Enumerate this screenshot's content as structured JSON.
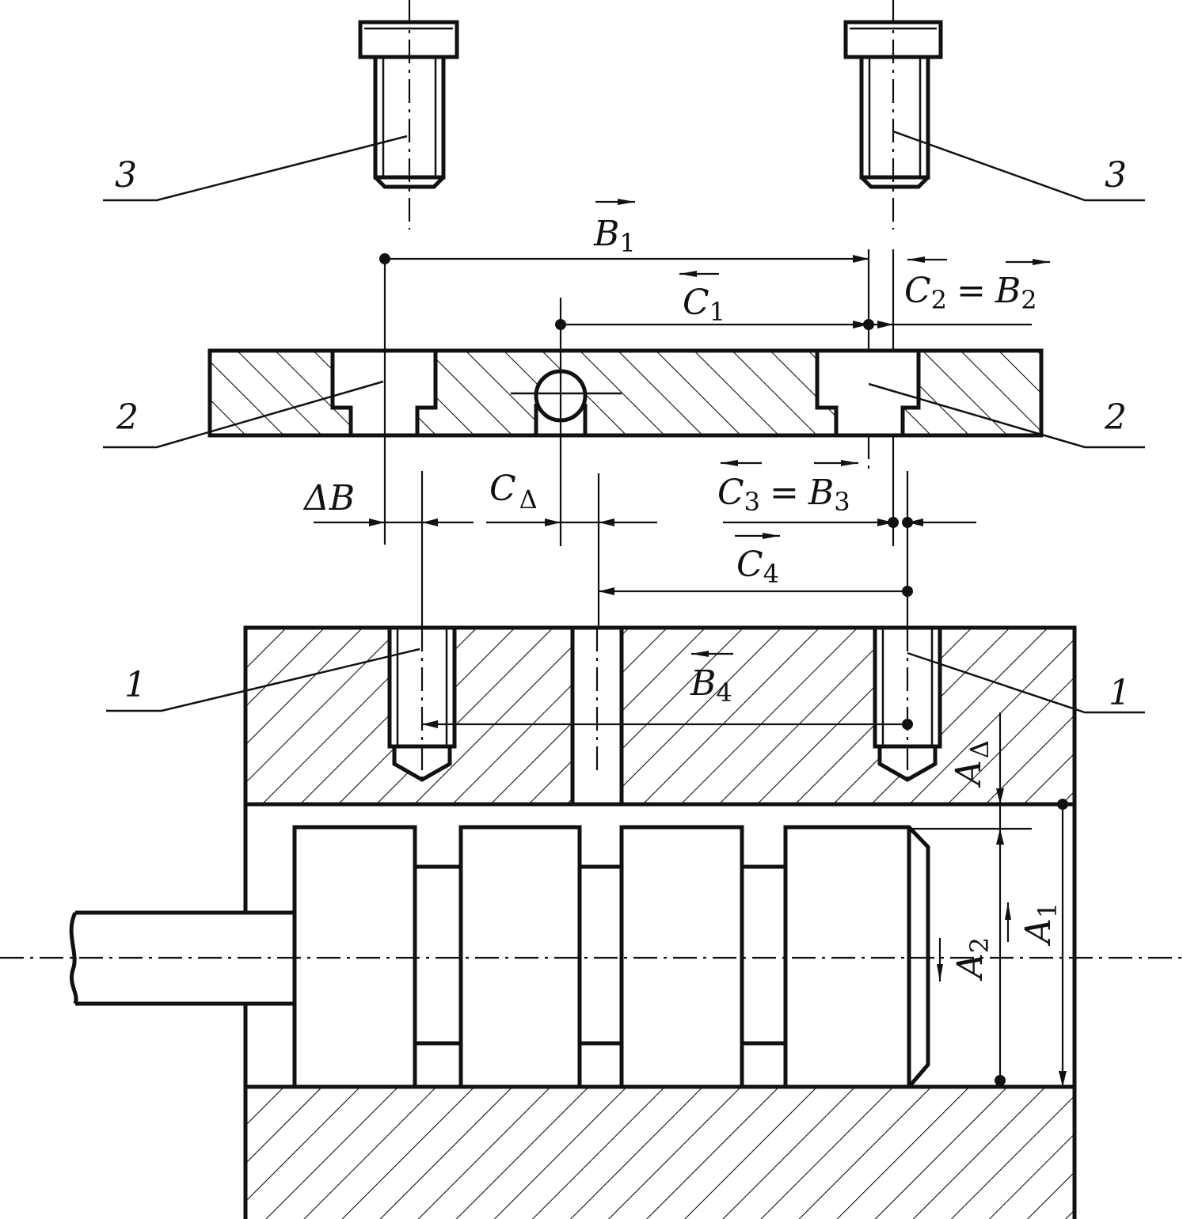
{
  "labels": {
    "part_1": "1",
    "part_2": "2",
    "part_3": "3"
  },
  "dimensions": {
    "B1": {
      "base": "B",
      "sub": "1"
    },
    "C1": {
      "base": "C",
      "sub": "1"
    },
    "C2_eq_B2": {
      "lhs_base": "C",
      "lhs_sub": "2",
      "eq": "=",
      "rhs_base": "B",
      "rhs_sub": "2"
    },
    "delta_B": "ΔB",
    "C_delta": {
      "base": "C",
      "sub": "Δ"
    },
    "C3_eq_B3": {
      "lhs_base": "C",
      "lhs_sub": "3",
      "eq": "=",
      "rhs_base": "B",
      "rhs_sub": "3"
    },
    "C4": {
      "base": "C",
      "sub": "4"
    },
    "B4": {
      "base": "B",
      "sub": "4"
    },
    "A_delta": {
      "base": "A",
      "sub": "Δ"
    },
    "A1": {
      "base": "A",
      "sub": "1"
    },
    "A2": {
      "base": "A",
      "sub": "2"
    }
  }
}
